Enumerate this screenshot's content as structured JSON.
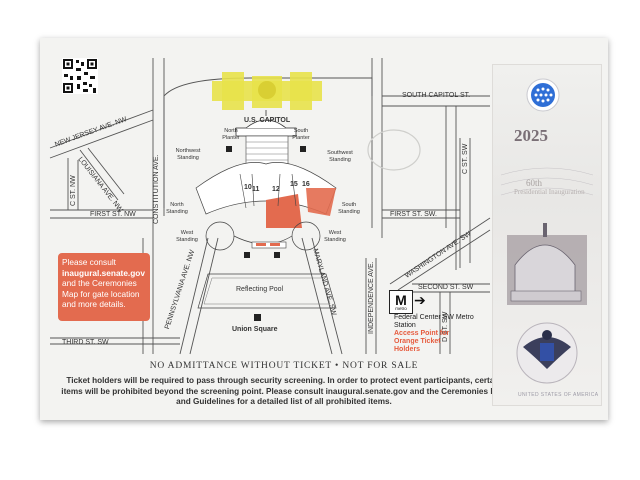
{
  "map": {
    "streets": {
      "south_capitol": "SOUTH CAPITOL ST.",
      "new_jersey": "NEW JERSEY AVE. NW",
      "louisiana": "LOUISIANA AVE. NW",
      "constitution": "CONSTITUTION AVE.",
      "c_st_nw": "C ST. NW",
      "first_st_nw": "FIRST ST. NW",
      "first_st_sw": "FIRST ST. SW.",
      "pennsylvania": "PENNSYLVANIA AVE. NW",
      "maryland": "MARYLAND AVE. SW",
      "independence": "INDEPENDENCE AVE.",
      "washington": "WASHINGTON AVE. SW",
      "second_st_sw": "SECOND ST. SW",
      "c_st_sw": "C ST. SW",
      "d_st_sw": "D ST. SW",
      "third_st_sw": "THIRD ST. SW"
    },
    "areas": {
      "capitol": "U.S. CAPITOL",
      "north_planter": "North Planter",
      "south_planter": "South Planter",
      "northwest_standing": "Northwest Standing",
      "southwest_standing": "Southwest Standing",
      "north_standing": "North Standing",
      "south_standing": "South Standing",
      "west_standing_left": "West Standing",
      "west_standing_right": "West Standing",
      "reflecting_pool": "Reflecting Pool",
      "union_square": "Union Square"
    },
    "sections": [
      "10",
      "11",
      "12",
      "15",
      "16"
    ],
    "metro_station": "Federal Center SW Metro Station",
    "metro_label": "metro",
    "metro_letter": "M",
    "access_point": "Access Point for Orange Ticket Holders"
  },
  "notice": {
    "line1": "Please consult",
    "site": "inaugural.senate.gov",
    "line3": "and the Ceremonies Map for gate location and more details."
  },
  "footer": {
    "headline": "NO ADMITTANCE WITHOUT TICKET  •  NOT FOR SALE",
    "body": "Ticket holders will be required to pass through security screening. In order to protect event participants, certain items will be prohibited beyond the screening point. Please consult inaugural.senate.gov and the Ceremonies Map and Guidelines for a detailed list of all prohibited items."
  },
  "hologram": {
    "year": "2025",
    "edition": "60th",
    "subtitle": "Presidential Inauguration",
    "country": "UNITED STATES OF AMERICA"
  },
  "colors": {
    "orange": "#e36b4f",
    "highlight_yellow": "#e8e24a",
    "map_line": "#555555"
  },
  "icons": [
    "qr-code-icon",
    "accessibility-icon",
    "metro-icon",
    "arrow-right-icon",
    "capitol-dome-icon",
    "eagle-seal-icon"
  ]
}
